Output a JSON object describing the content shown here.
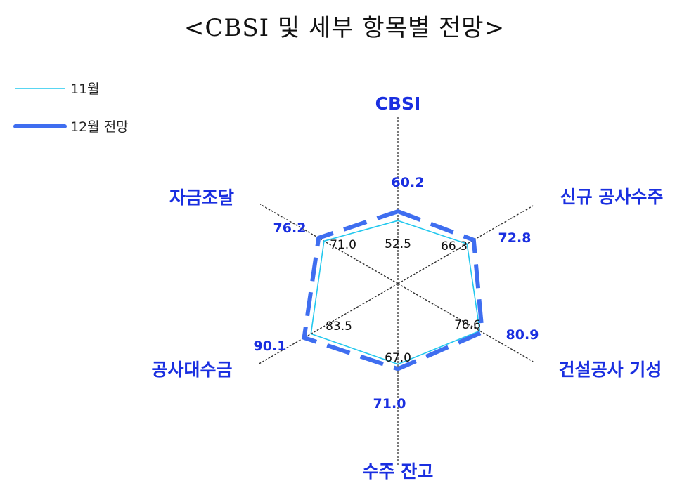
{
  "chart_data": {
    "type": "radar",
    "title": "<CBSI 및 세부 항목별 전망>",
    "categories": [
      "CBSI",
      "신규 공사수주",
      "건설공사 기성",
      "수주 잔고",
      "공사대수금",
      "자금조달"
    ],
    "series": [
      {
        "name": "11월",
        "values": [
          52.5,
          66.3,
          78.6,
          67.0,
          83.5,
          71.0
        ],
        "labels": [
          "52.5",
          "66.3",
          "78.6",
          "67.0",
          "83.5",
          "71.0"
        ],
        "color": "#22c8ee",
        "style": "thin-solid"
      },
      {
        "name": "12월  전망",
        "values": [
          60.2,
          72.8,
          80.9,
          71.0,
          90.1,
          76.2
        ],
        "labels": [
          "60.2",
          "72.8",
          "80.9",
          "71.0",
          "90.1",
          "76.2"
        ],
        "color": "#3f6ef0",
        "style": "thick-dashed"
      }
    ],
    "legend_position": "top-left",
    "grid": false,
    "axis_color": "#333333",
    "axis_label_color": "#1a2fe0"
  }
}
